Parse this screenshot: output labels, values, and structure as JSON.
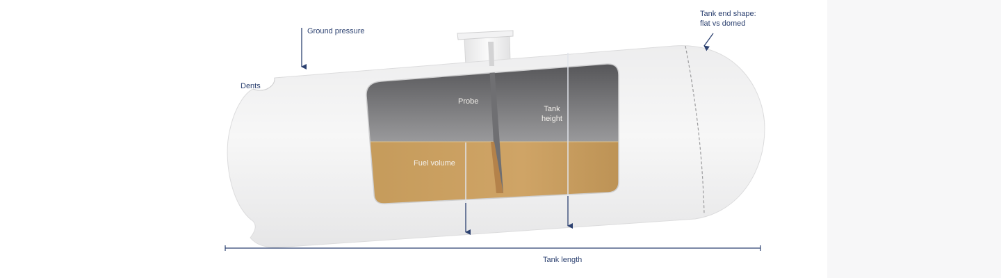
{
  "labels": {
    "ground_pressure": "Ground pressure",
    "dents": "Dents",
    "tank_end_shape_line1": "Tank end shape:",
    "tank_end_shape_line2": "flat vs domed",
    "probe": "Probe",
    "tank_height_line1": "Tank",
    "tank_height_line2": "height",
    "fuel_volume": "Fuel volume",
    "tank_length": "Tank length"
  },
  "colors": {
    "arrow": "#2c4170",
    "fuel": "#c9a061",
    "tank_body": "#e9e9ea",
    "window_top": "#5c5c5e"
  }
}
